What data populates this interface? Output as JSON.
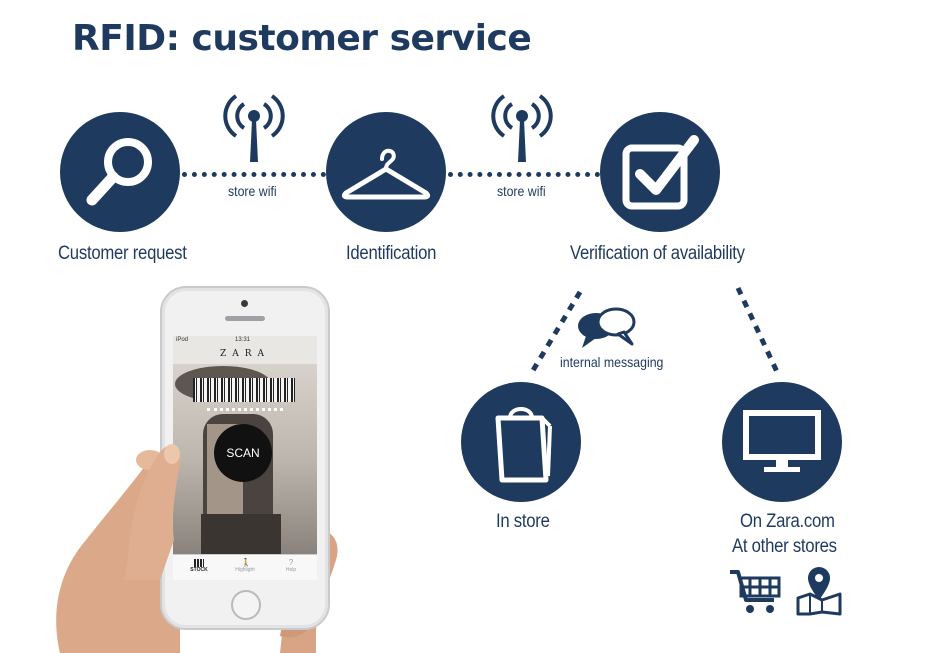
{
  "title": "RFID: customer service",
  "steps": [
    {
      "label": "Customer request",
      "icon": "magnifier-icon"
    },
    {
      "label": "Identification",
      "icon": "hanger-icon"
    },
    {
      "label": "Verification of availability",
      "icon": "checkbox-icon"
    }
  ],
  "connections": [
    {
      "label": "store wifi",
      "icon": "wifi-antenna-icon"
    },
    {
      "label": "store wifi",
      "icon": "wifi-antenna-icon"
    }
  ],
  "messaging": {
    "label": "internal messaging",
    "icon": "speech-bubbles-icon"
  },
  "outcomes": [
    {
      "label": "In store",
      "icon": "shopping-bag-icon"
    },
    {
      "line1": "On Zara.com",
      "line2": "At other stores",
      "icon": "monitor-icon"
    }
  ],
  "phone": {
    "status_left": "iPod",
    "status_time": "13:31",
    "brand": "ZARA",
    "scan_label": "SCAN",
    "tabs": [
      "STOCK",
      "Highlight",
      "Help"
    ]
  },
  "colors": {
    "navy": "#1e3a5f"
  }
}
